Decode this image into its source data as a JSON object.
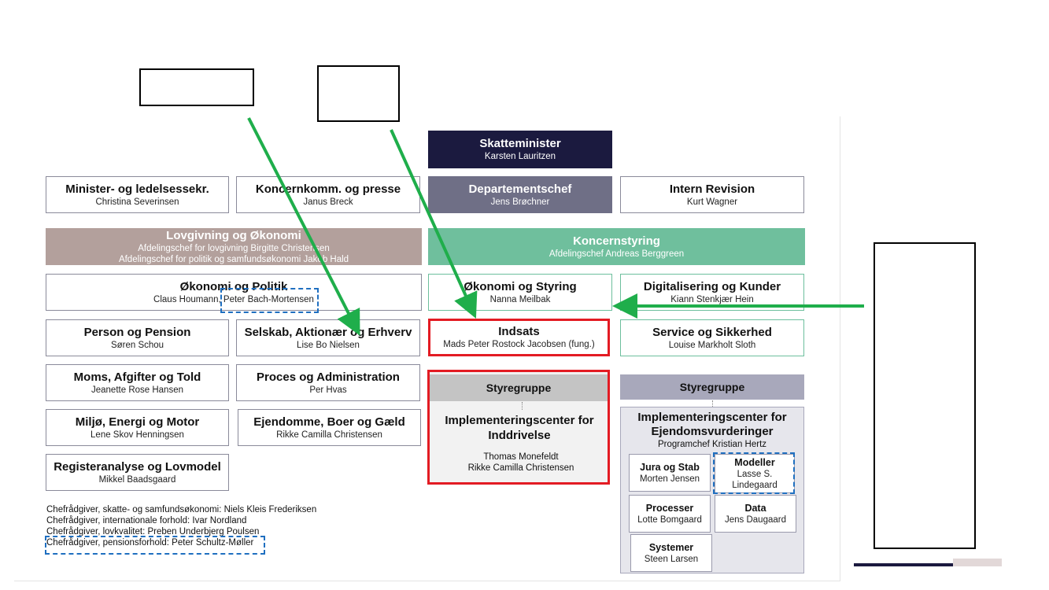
{
  "top": {
    "minister": {
      "title": "Skatteminister",
      "name": "Karsten Lauritzen"
    },
    "depchef": {
      "title": "Departementschef",
      "name": "Jens Brøchner"
    },
    "sekr": {
      "title": "Minister- og ledelsessekr.",
      "name": "Christina Severinsen"
    },
    "komm": {
      "title": "Koncernkomm. og presse",
      "name": "Janus Breck"
    },
    "revision": {
      "title": "Intern Revision",
      "name": "Kurt Wagner"
    }
  },
  "lovgivning": {
    "title": "Lovgivning og Økonomi",
    "line1": "Afdelingschef for lovgivning Birgitte Christensen",
    "line2": "Afdelingschef for politik og samfundsøkonomi Jakob Hald",
    "units": [
      {
        "title": "Økonomi og Politik",
        "name": "Claus Houmann, Peter Bach-Mortensen"
      },
      {
        "title": "Person og Pension",
        "name": "Søren Schou"
      },
      {
        "title": "Selskab, Aktionær og Erhverv",
        "name": "Lise Bo Nielsen"
      },
      {
        "title": "Moms, Afgifter og Told",
        "name": "Jeanette Rose Hansen"
      },
      {
        "title": "Proces og Administration",
        "name": "Per Hvas"
      },
      {
        "title": "Miljø, Energi og Motor",
        "name": "Lene Skov Henningsen"
      },
      {
        "title": "Ejendomme, Boer og Gæld",
        "name": "Rikke Camilla Christensen"
      },
      {
        "title": "Registeranalyse og Lovmodel",
        "name": "Mikkel Baadsgaard"
      }
    ],
    "notes": [
      "Chefrådgiver, skatte- og samfundsøkonomi: Niels Kleis Frederiksen",
      "Chefrådgiver, internationale forhold: Ivar Nordland",
      "Chefrådgiver, lovkvalitet: Preben Underbjerg Poulsen",
      "Chefrådgiver, pensionsforhold: Peter Schultz-Møller"
    ]
  },
  "koncern": {
    "title": "Koncernstyring",
    "subtitle": "Afdelingschef Andreas Berggreen",
    "units": [
      {
        "title": "Økonomi og Styring",
        "name": "Nanna Meilbak"
      },
      {
        "title": "Digitalisering og Kunder",
        "name": "Kiann Stenkjær Hein"
      },
      {
        "title": "Indsats",
        "name": "Mads Peter Rostock Jacobsen (fung.)"
      },
      {
        "title": "Service og Sikkerhed",
        "name": "Louise Markholt Sloth"
      }
    ],
    "inddrivelse": {
      "header": "Styregruppe",
      "title": "Implementeringscenter for Inddrivelse",
      "name1": "Thomas Monefeldt",
      "name2": "Rikke Camilla Christensen"
    },
    "ejendom": {
      "header": "Styregruppe",
      "title": "Implementeringscenter for Ejendomsvurderinger",
      "subtitle": "Programchef Kristian Hertz",
      "units": [
        {
          "title": "Jura og Stab",
          "name": "Morten Jensen"
        },
        {
          "title": "Modeller",
          "name": "Lasse S. Lindegaard"
        },
        {
          "title": "Processer",
          "name": "Lotte Bomgaard"
        },
        {
          "title": "Data",
          "name": "Jens Daugaard"
        },
        {
          "title": "Systemer",
          "name": "Steen Larsen"
        }
      ]
    }
  },
  "colors": {
    "arrow": "#1fae4b",
    "highlight": "#e31b23",
    "dashed": "#1f6fc0"
  }
}
